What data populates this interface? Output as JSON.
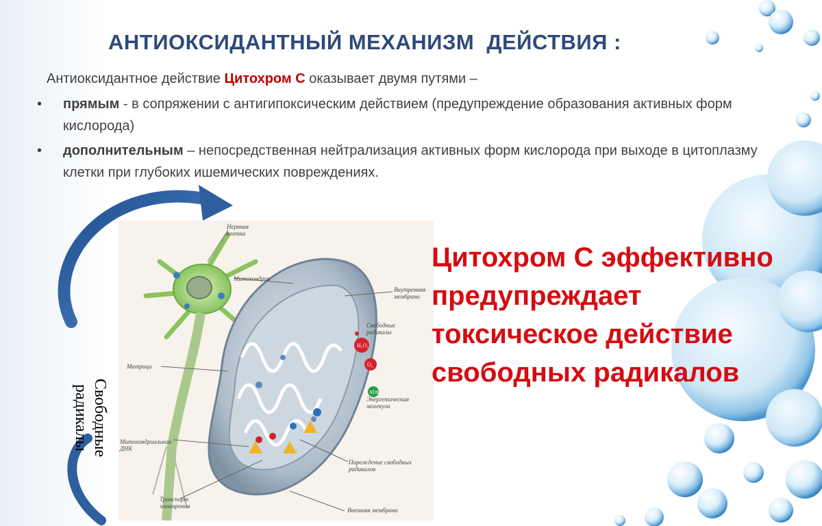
{
  "slide": {
    "title": "АНТИОКСИДАНТНЫЙ МЕХАНИЗМ  ДЕЙСТВИЯ :",
    "intro": {
      "before": "Антиоксидантное действие ",
      "highlight": "Цитохром С",
      "after": " оказывает двумя путями –"
    },
    "bullets": [
      {
        "marker": "•",
        "bold": "прямым",
        "text": " - в сопряжении с  антигипоксическим действием (предупреждение образования активных форм кислорода)"
      },
      {
        "marker": "•",
        "bold": "дополнительным",
        "text": " – непосредственная нейтрализация активных форм кислорода при выходе в цитоплазму клетки при глубоких ишемических повреждениях."
      }
    ],
    "side_label": [
      "Свободные",
      "радикалы"
    ],
    "highlight_lines": [
      "Цитохром С эффективно",
      "предупреждает",
      "токсическое действие",
      "свободных радикалов"
    ],
    "figure_labels": {
      "nerve_cell": [
        "Нервная",
        "клетка"
      ],
      "mitochondria": "Митохондрия",
      "inner_membrane": [
        "Внутренняя",
        "мембрана"
      ],
      "free_radicals": [
        "Свободные",
        "радикалы"
      ],
      "matrix": "Матрица",
      "energy_molecule": [
        "Энергетическая",
        "молекула"
      ],
      "mito_dna": [
        "Митохондриальная",
        "ДНК"
      ],
      "radical_generation": [
        "Порождение свободных",
        "радикалов"
      ],
      "electron_transport": [
        "Транспорт",
        "электронов"
      ],
      "outer_membrane": "Внешняя мембрана",
      "h2o2": "H₂O₂",
      "o2": "O₂",
      "atp": "АТФ"
    },
    "colors": {
      "title": "#2e4a7a",
      "body_text": "#404040",
      "accent_red": "#d40d12",
      "arrow_blue": "#2f5f9e"
    },
    "icons": [
      "curved-arrow-icon",
      "bubble-decoration"
    ]
  }
}
